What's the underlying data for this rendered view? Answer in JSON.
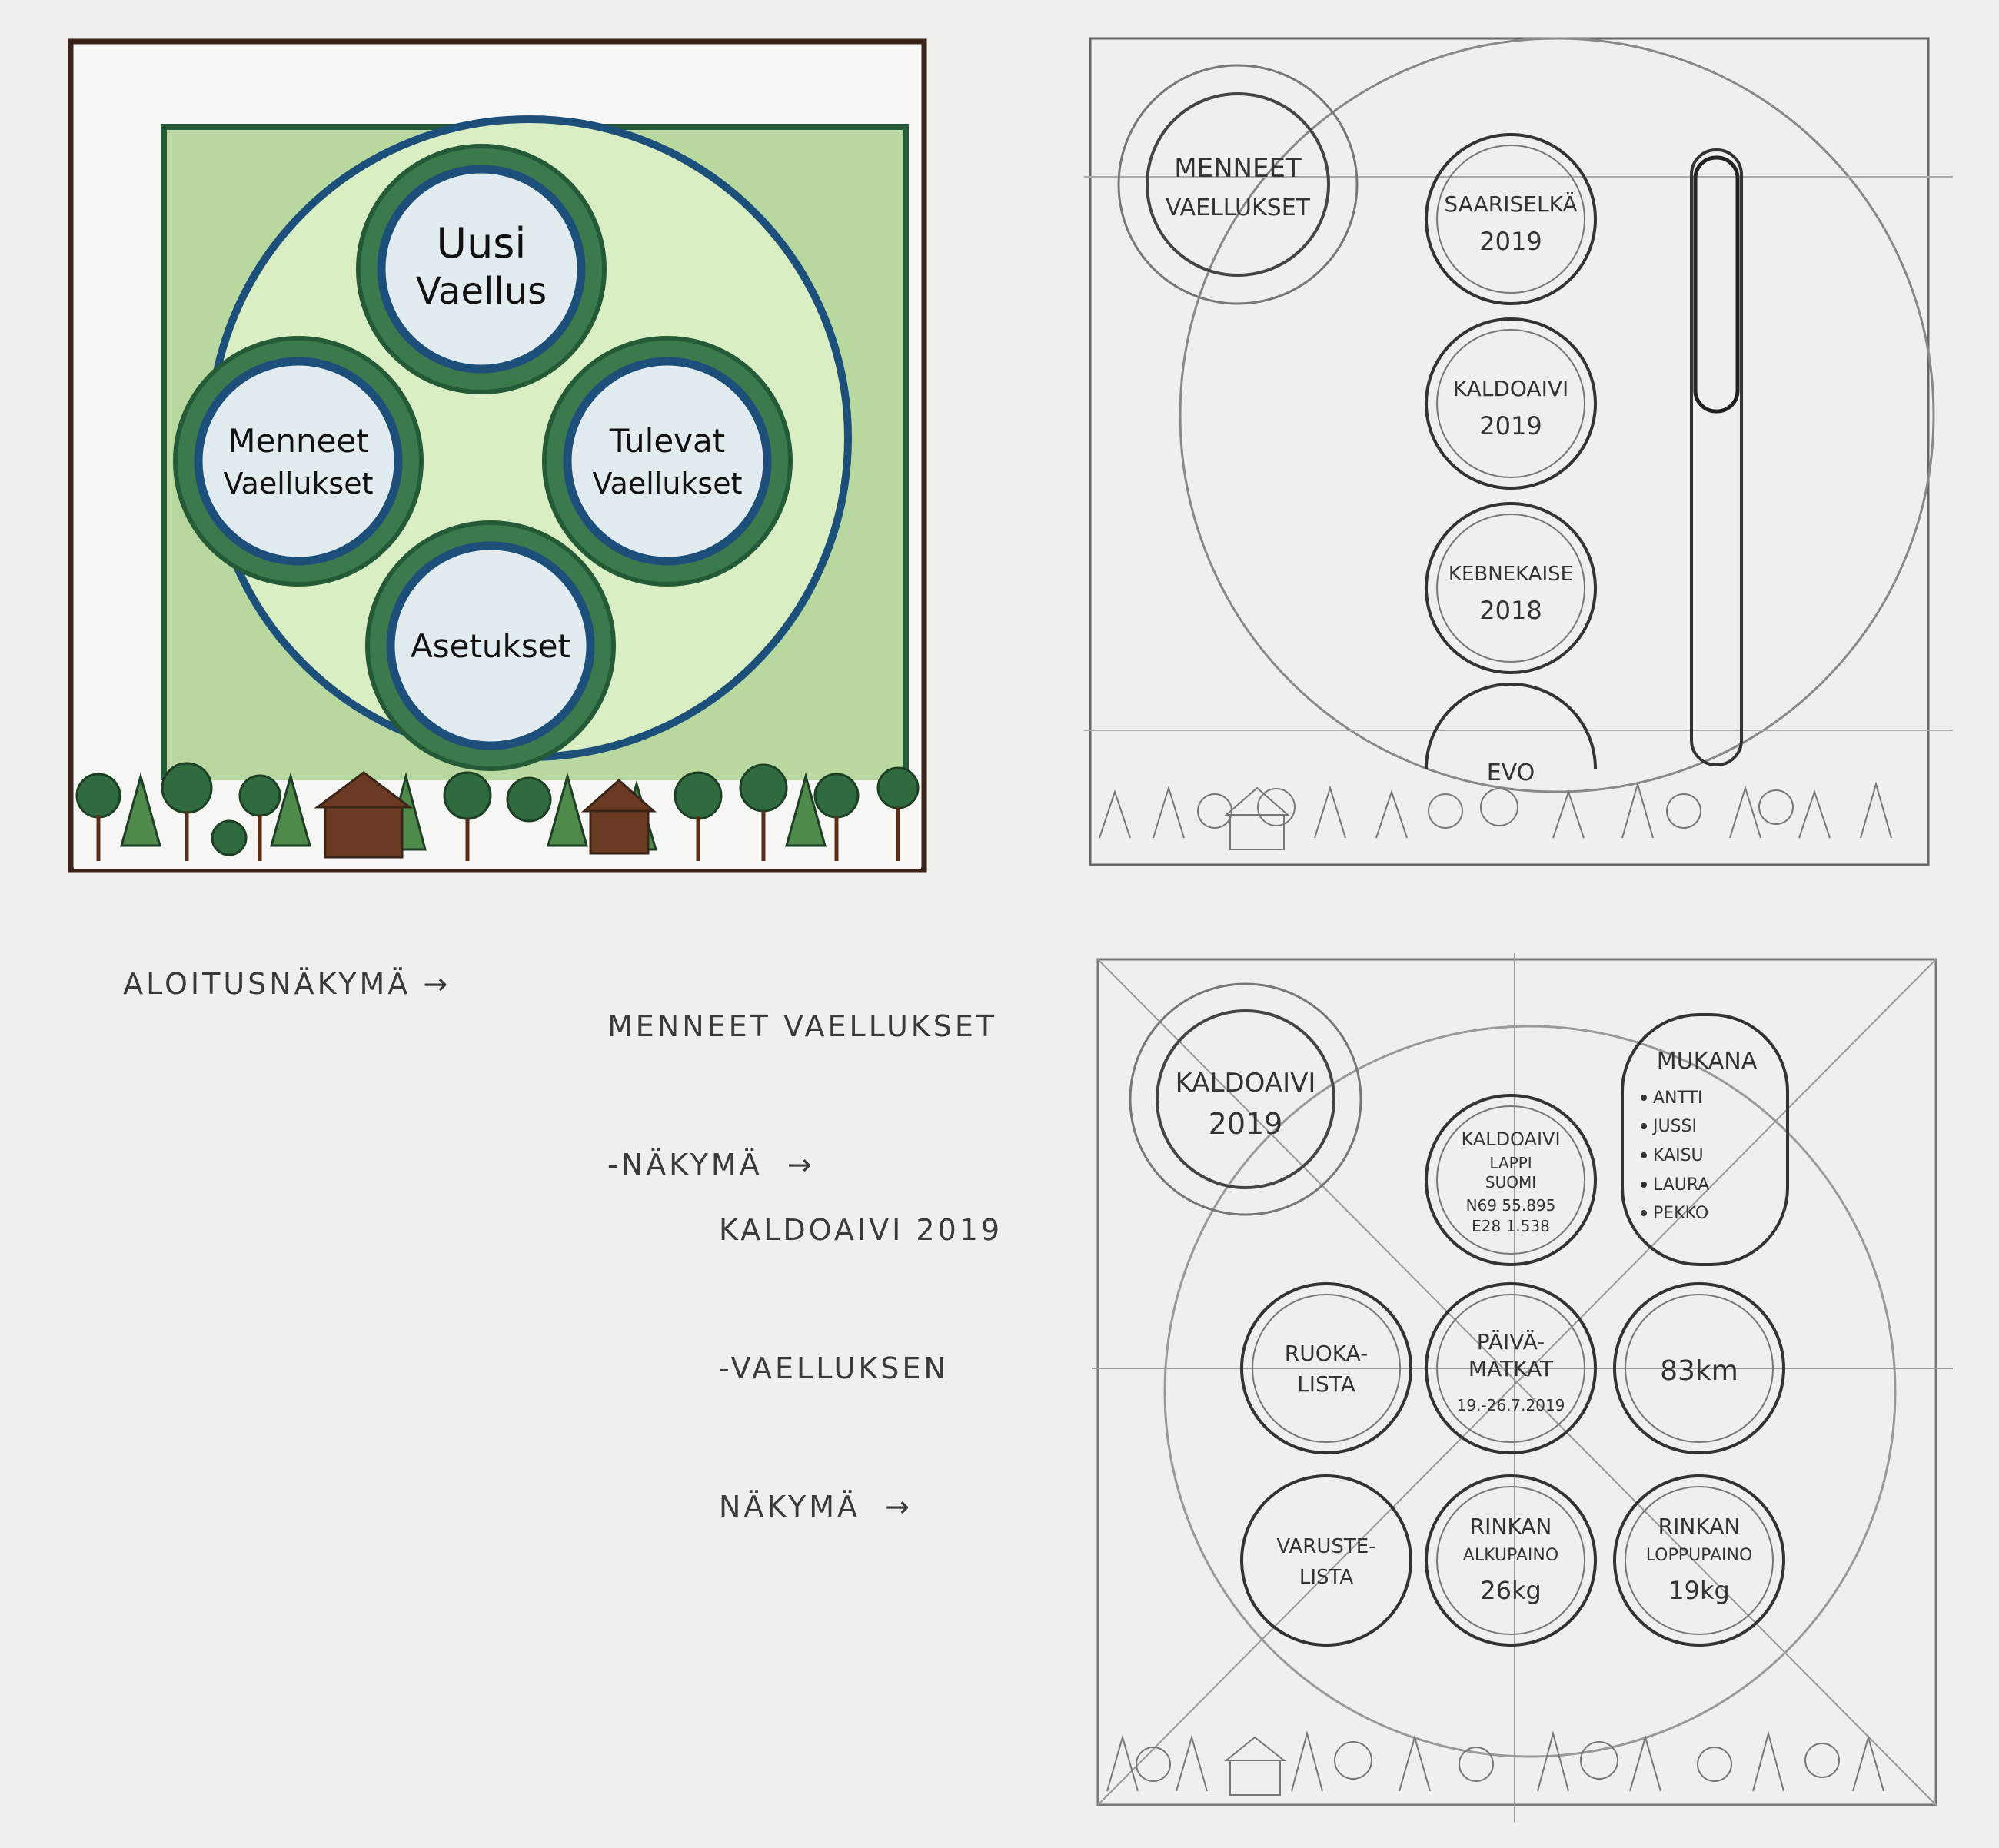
{
  "home_view": {
    "buttons": [
      {
        "key": "new",
        "line1": "Uusi",
        "line2": "Vaellus"
      },
      {
        "key": "past",
        "line1": "Menneet",
        "line2": "Vaellukset"
      },
      {
        "key": "upcoming",
        "line1": "Tulevat",
        "line2": "Vaellukset"
      },
      {
        "key": "settings",
        "line1": "Asetukset",
        "line2": ""
      }
    ],
    "caption": "ALOITUSNÄKYMÄ"
  },
  "past_hikes_view": {
    "caption_line1": "MENNEET VAELLUKSET",
    "caption_line2": "-NÄKYMÄ",
    "header_line1": "MENNEET",
    "header_line2": "VAELLUKSET",
    "hikes": [
      {
        "name": "SAARISELKÄ",
        "year": "2019"
      },
      {
        "name": "KALDOAIVI",
        "year": "2019"
      },
      {
        "name": "KEBNEKAISE",
        "year": "2018"
      },
      {
        "name": "EVO",
        "year": ""
      }
    ]
  },
  "hike_view": {
    "caption_line1": "KALDOAIVI 2019",
    "caption_line2": "-VAELLUKSEN",
    "caption_line3": "NÄKYMÄ",
    "header_line1": "KALDOAIVI",
    "header_line2": "2019",
    "location": [
      "KALDOAIVI",
      "LAPPI",
      "SUOMI",
      "N69 55.895",
      "E28 1.538"
    ],
    "participants_title": "MUKANA",
    "participants": [
      "ANTTI",
      "JUSSI",
      "KAISU",
      "LAURA",
      "PEKKO"
    ],
    "food_list": [
      "RUOKA-",
      "LISTA"
    ],
    "day_trips": [
      "PÄIVÄ-",
      "MATKAT",
      "19.-26.7.2019"
    ],
    "distance": "83km",
    "gear_list": [
      "VARUSTE-",
      "LISTA"
    ],
    "pack_start": [
      "RINKAN",
      "ALKUPAINO",
      "26kg"
    ],
    "pack_end": [
      "RINKAN",
      "LOPPUPAINO",
      "19kg"
    ]
  },
  "colors": {
    "paper": "#efefee",
    "frame_brown": "#3b2418",
    "dark_green": "#245a38",
    "light_green": "#cfe7b4",
    "mid_green": "#a9cf8f",
    "blue": "#1c4f7a",
    "button_fill": "#e2ebf0",
    "pencil": "#666666"
  }
}
